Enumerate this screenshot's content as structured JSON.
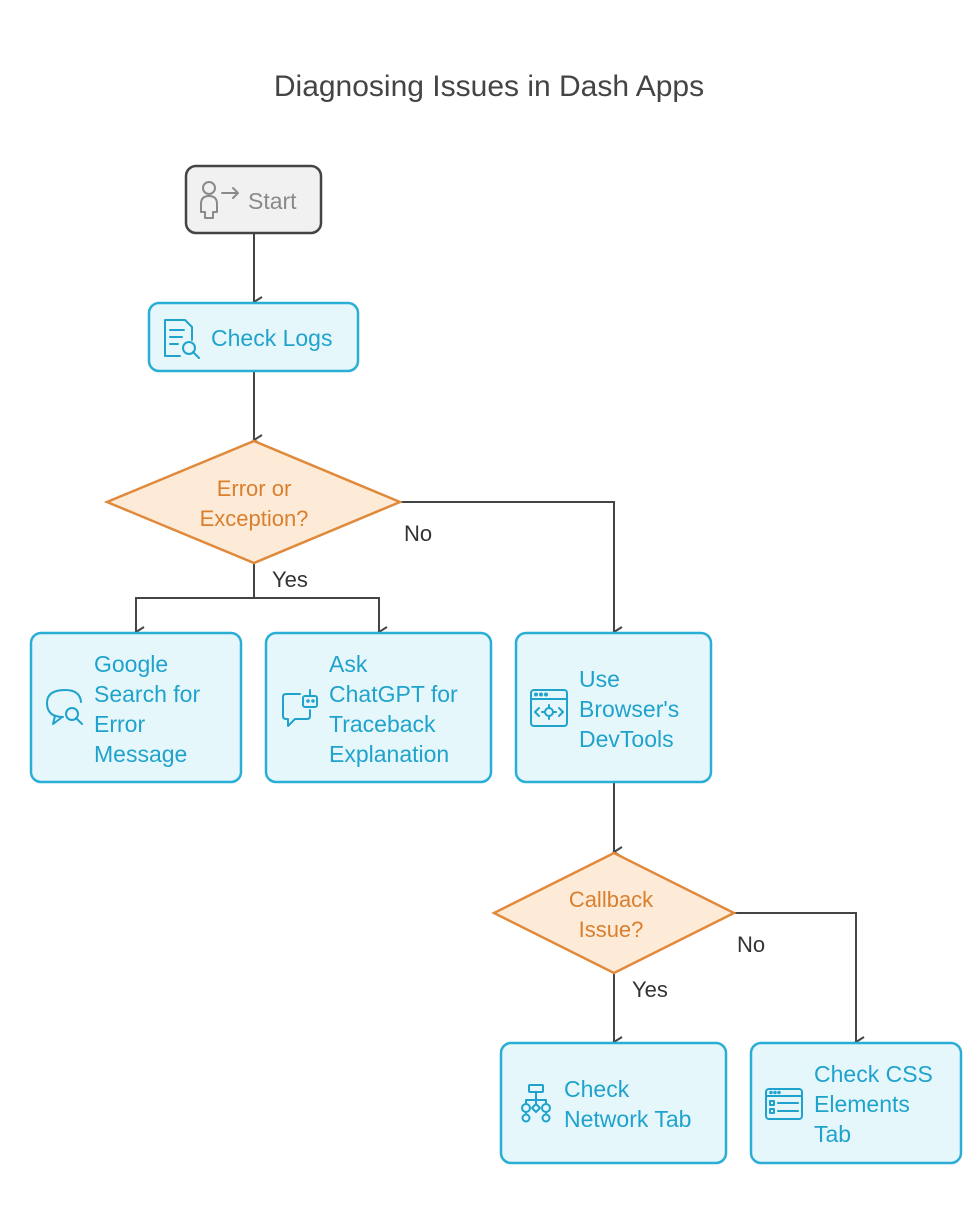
{
  "title": "Diagnosing Issues in Dash Apps",
  "nodes": {
    "start": {
      "lines": [
        "Start"
      ],
      "icon": "person-arrow-icon"
    },
    "check_logs": {
      "lines": [
        "Check Logs"
      ],
      "icon": "document-search-icon"
    },
    "error_decision": {
      "lines": [
        "Error or",
        "Exception?"
      ]
    },
    "google": {
      "lines": [
        "Google",
        "Search for",
        "Error",
        "Message"
      ],
      "icon": "chat-search-icon"
    },
    "chatgpt": {
      "lines": [
        "Ask",
        "ChatGPT for",
        "Traceback",
        "Explanation"
      ],
      "icon": "chat-bot-icon"
    },
    "devtools": {
      "lines": [
        "Use",
        "Browser's",
        "DevTools"
      ],
      "icon": "browser-gear-icon"
    },
    "callback_decision": {
      "lines": [
        "Callback",
        "Issue?"
      ]
    },
    "network": {
      "lines": [
        "Check",
        "Network Tab"
      ],
      "icon": "network-hierarchy-icon"
    },
    "css": {
      "lines": [
        "Check CSS",
        "Elements",
        "Tab"
      ],
      "icon": "browser-list-icon"
    }
  },
  "edge_labels": {
    "error_no": "No",
    "error_yes": "Yes",
    "callback_yes": "Yes",
    "callback_no": "No"
  },
  "colors": {
    "box_fill": "#e6f7fc",
    "box_stroke": "#2aaed6",
    "box_text": "#1fa3cc",
    "decision_fill": "#fdebd8",
    "decision_stroke": "#e0893a",
    "decision_text": "#d97f2e",
    "start_fill": "#f1f1f1",
    "start_stroke": "#444444"
  }
}
